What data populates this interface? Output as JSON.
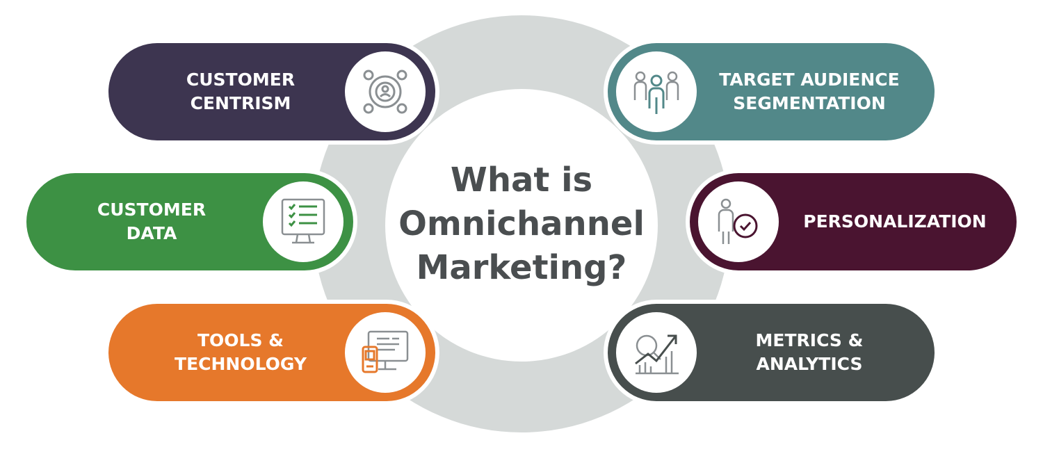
{
  "title": "What is\nOmnichannel\nMarketing?",
  "colors": {
    "ring": "#d5d9d8",
    "title": "#4a4e50",
    "icon_stroke": "#8a8f92"
  },
  "items": [
    {
      "label": "CUSTOMER\nCENTRISM",
      "color": "#3d3550",
      "icon": "customer-centric-icon",
      "accent": "#8a8f92"
    },
    {
      "label": "TARGET AUDIENCE\nSEGMENTATION",
      "color": "#528889",
      "icon": "audience-group-icon",
      "accent": "#528889"
    },
    {
      "label": "CUSTOMER\nDATA",
      "color": "#3d9144",
      "icon": "checklist-monitor-icon",
      "accent": "#3d9144"
    },
    {
      "label": "PERSONALIZATION",
      "color": "#4a1430",
      "icon": "person-check-icon",
      "accent": "#4a1430"
    },
    {
      "label": "TOOLS &\nTECHNOLOGY",
      "color": "#e6782b",
      "icon": "devices-icon",
      "accent": "#e6782b"
    },
    {
      "label": "METRICS &\nANALYTICS",
      "color": "#474e4d",
      "icon": "growth-chart-icon",
      "accent": "#474e4d"
    }
  ]
}
